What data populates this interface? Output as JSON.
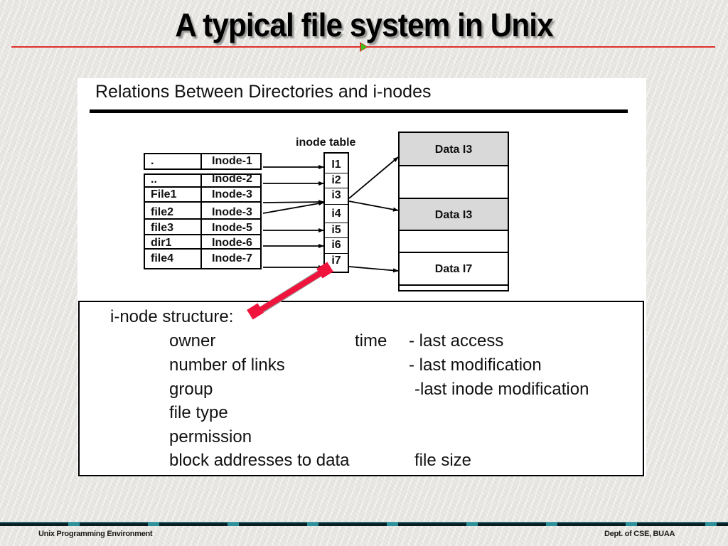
{
  "slide": {
    "title": "A typical file system in Unix",
    "accent_color": "#e0302c"
  },
  "diagram": {
    "heading": "Relations Between Directories and i-nodes",
    "directory_entries": [
      {
        "name": ".",
        "inode": "Inode-1"
      },
      {
        "name": "..",
        "inode": "Inode-2"
      },
      {
        "name": "File1",
        "inode": "Inode-3"
      },
      {
        "name": "file2",
        "inode": "Inode-3"
      },
      {
        "name": "file3",
        "inode": "Inode-5"
      },
      {
        "name": "dir1",
        "inode": "Inode-6"
      },
      {
        "name": "file4",
        "inode": "Inode-7"
      }
    ],
    "inode_table": {
      "label": "inode table",
      "entries": [
        "I1",
        "i2",
        "i3",
        "i4",
        "i5",
        "i6",
        "i7"
      ]
    },
    "data_blocks": [
      {
        "label": "Data I3",
        "shaded": true
      },
      {
        "label": "",
        "shaded": false
      },
      {
        "label": "Data I3",
        "shaded": true
      },
      {
        "label": "",
        "shaded": false
      },
      {
        "label": "Data I7",
        "shaded": false
      },
      {
        "label": "",
        "shaded": false
      }
    ]
  },
  "inode_structure": {
    "heading": "i-node structure:",
    "fields": [
      "owner",
      "number of links",
      "group",
      "file type",
      "permission",
      "block addresses to data"
    ],
    "time_label": "time",
    "time_fields": [
      "- last access",
      "- last modification",
      "-last inode modification"
    ],
    "size_field": "file size"
  },
  "footer": {
    "left": "Unix Programming Environment",
    "right": "Dept. of CSE, BUAA"
  }
}
